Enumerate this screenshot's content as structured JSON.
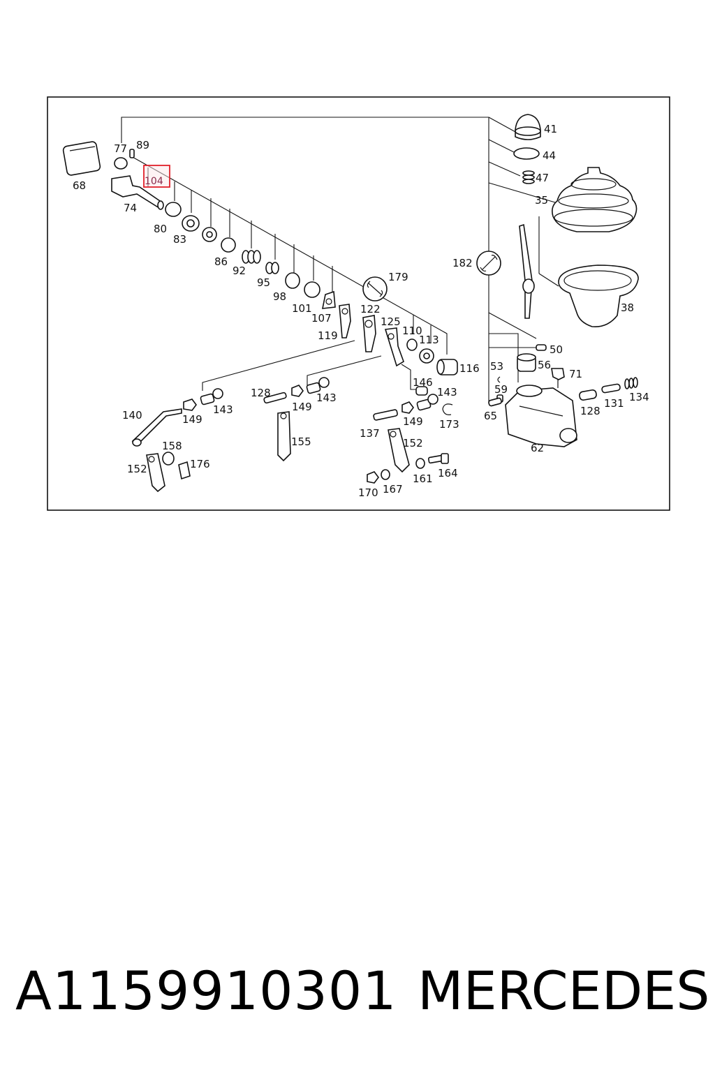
{
  "diagram": {
    "labels": [
      {
        "id": "l41",
        "text": "41"
      },
      {
        "id": "l44",
        "text": "44"
      },
      {
        "id": "l47",
        "text": "47"
      },
      {
        "id": "l35",
        "text": "35"
      },
      {
        "id": "l38",
        "text": "38"
      },
      {
        "id": "l182",
        "text": "182"
      },
      {
        "id": "l68",
        "text": "68"
      },
      {
        "id": "l77",
        "text": "77"
      },
      {
        "id": "l89",
        "text": "89"
      },
      {
        "id": "l74",
        "text": "74"
      },
      {
        "id": "l80",
        "text": "80"
      },
      {
        "id": "l83",
        "text": "83"
      },
      {
        "id": "l86",
        "text": "86"
      },
      {
        "id": "l92",
        "text": "92"
      },
      {
        "id": "l95",
        "text": "95"
      },
      {
        "id": "l98",
        "text": "98"
      },
      {
        "id": "l101",
        "text": "101"
      },
      {
        "id": "l107",
        "text": "107"
      },
      {
        "id": "l119",
        "text": "119"
      },
      {
        "id": "l122",
        "text": "122"
      },
      {
        "id": "l125",
        "text": "125"
      },
      {
        "id": "l110",
        "text": "110"
      },
      {
        "id": "l113",
        "text": "113"
      },
      {
        "id": "l116",
        "text": "116"
      },
      {
        "id": "l179",
        "text": "179"
      },
      {
        "id": "l50",
        "text": "50"
      },
      {
        "id": "l56",
        "text": "56"
      },
      {
        "id": "l53",
        "text": "53"
      },
      {
        "id": "l59",
        "text": "59"
      },
      {
        "id": "l71",
        "text": "71"
      },
      {
        "id": "l65",
        "text": "65"
      },
      {
        "id": "l62",
        "text": "62"
      },
      {
        "id": "l128b",
        "text": "128"
      },
      {
        "id": "l131",
        "text": "131"
      },
      {
        "id": "l134",
        "text": "134"
      },
      {
        "id": "l140",
        "text": "140"
      },
      {
        "id": "l149a",
        "text": "149"
      },
      {
        "id": "l143a",
        "text": "143"
      },
      {
        "id": "l128a",
        "text": "128"
      },
      {
        "id": "l149b",
        "text": "149"
      },
      {
        "id": "l143b",
        "text": "143"
      },
      {
        "id": "l155",
        "text": "155"
      },
      {
        "id": "l146",
        "text": "146"
      },
      {
        "id": "l143c",
        "text": "143"
      },
      {
        "id": "l137",
        "text": "137"
      },
      {
        "id": "l149c",
        "text": "149"
      },
      {
        "id": "l173",
        "text": "173"
      },
      {
        "id": "l152b",
        "text": "152"
      },
      {
        "id": "l158",
        "text": "158"
      },
      {
        "id": "l152a",
        "text": "152"
      },
      {
        "id": "l176",
        "text": "176"
      },
      {
        "id": "l170",
        "text": "170"
      },
      {
        "id": "l167",
        "text": "167"
      },
      {
        "id": "l161",
        "text": "161"
      },
      {
        "id": "l164",
        "text": "164"
      }
    ],
    "highlight": {
      "text": "104",
      "color": "#e0202a"
    }
  },
  "footer": {
    "part_number": "A1159910301",
    "brand": "MERCEDES"
  }
}
